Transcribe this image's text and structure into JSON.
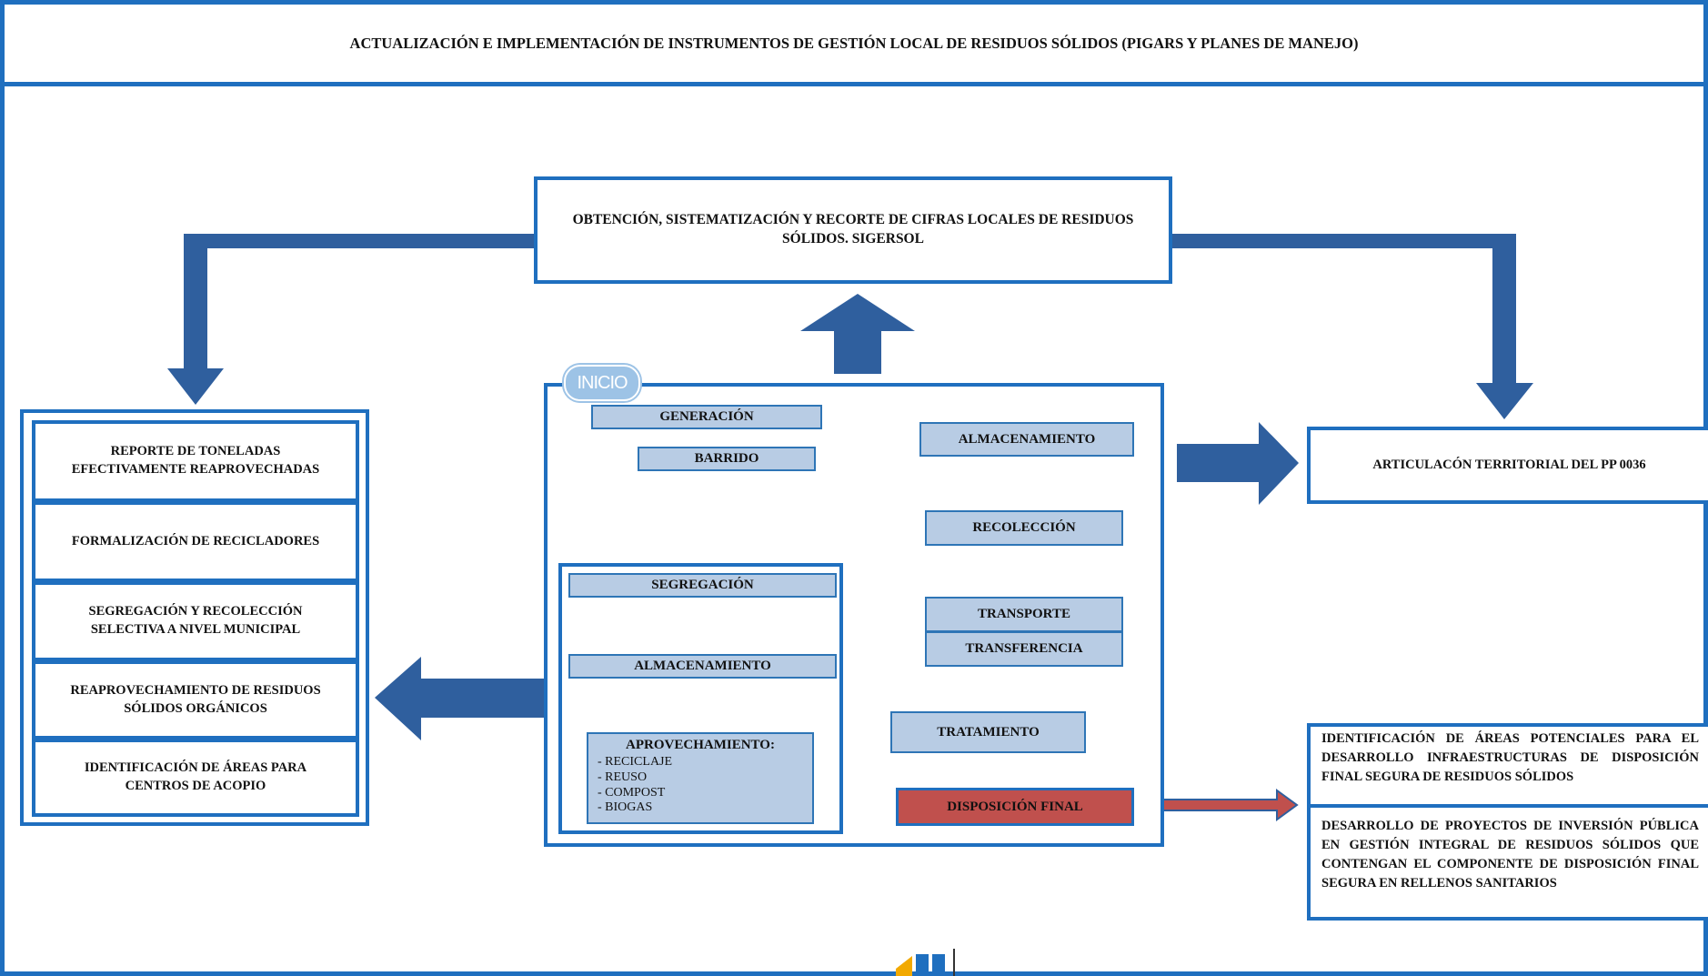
{
  "title": "ACTUALIZACIÓN E IMPLEMENTACIÓN DE INSTRUMENTOS DE GESTIÓN LOCAL DE RESIDUOS SÓLIDOS (PIGARS Y PLANES DE MANEJO)",
  "top_box": "OBTENCIÓN, SISTEMATIZACIÓN Y RECORTE DE CIFRAS LOCALES DE RESIDUOS SÓLIDOS. SIGERSOL",
  "left_column": [
    "REPORTE DE TONELADAS EFECTIVAMENTE REAPROVECHADAS",
    "FORMALIZACIÓN DE RECICLADORES",
    "SEGREGACIÓN Y RECOLECCIÓN SELECTIVA A NIVEL MUNICIPAL",
    "REAPROVECHAMIENTO DE RESIDUOS SÓLIDOS ORGÁNICOS",
    "IDENTIFICACIÓN DE ÁREAS PARA CENTROS DE ACOPIO"
  ],
  "center": {
    "start_label": "INICIO",
    "generacion": "GENERACIÓN",
    "barrido": "BARRIDO",
    "segregacion": "SEGREGACIÓN",
    "almacenamiento_left": "ALMACENAMIENTO",
    "aprovechamiento_title": "APROVECHAMIENTO:",
    "aprovechamiento_items": [
      "- RECICLAJE",
      "- REUSO",
      "- COMPOST",
      "- BIOGAS"
    ],
    "almacenamiento_right": "ALMACENAMIENTO",
    "recoleccion": "RECOLECCIÓN",
    "transporte": "TRANSPORTE",
    "transferencia": "TRANSFERENCIA",
    "tratamiento": "TRATAMIENTO",
    "disposicion_final": "DISPOSICIÓN FINAL"
  },
  "right_top": "ARTICULACÓN TERRITORIAL DEL PP 0036",
  "right_bottom": [
    "IDENTIFICACIÓN DE ÁREAS POTENCIALES PARA EL DESARROLLO INFRAESTRUCTURAS DE DISPOSICIÓN FINAL SEGURA DE RESIDUOS SÓLIDOS",
    "DESARROLLO DE PROYECTOS DE INVERSIÓN PÚBLICA EN GESTIÓN INTEGRAL DE RESIDUOS SÓLIDOS QUE CONTENGAN EL COMPONENTE DE DISPOSICIÓN FINAL SEGURA EN RELLENOS SANITARIOS"
  ],
  "colors": {
    "frame_border": "#1f6fbf",
    "arrow_fill": "#2f5f9e",
    "pill_fill": "#b8cce4",
    "disposal_fill": "#c0504d",
    "bubble_fill": "#9dc3e6"
  }
}
